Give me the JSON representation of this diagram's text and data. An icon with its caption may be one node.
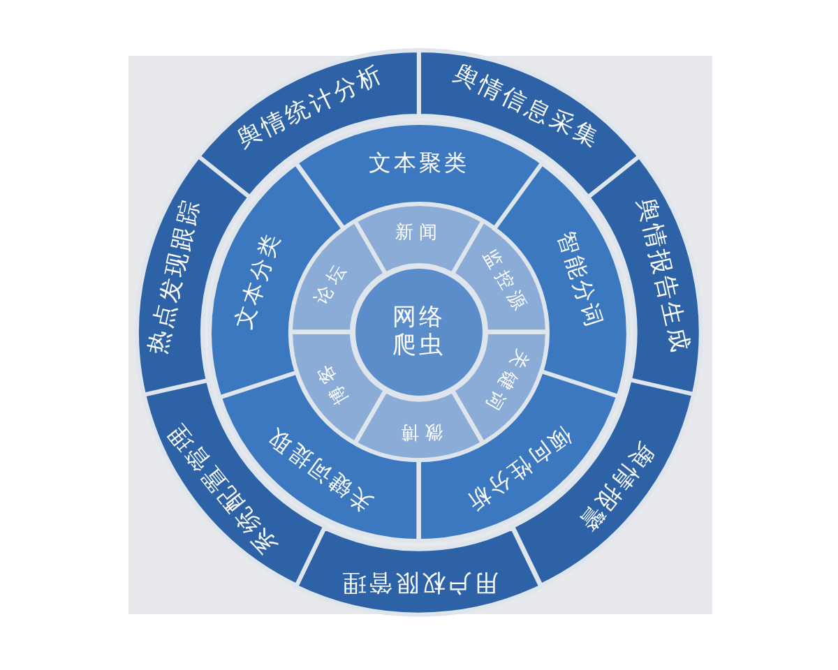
{
  "diagram": {
    "nodes": [
      {
        "text": [
          "网络爬虫"
        ]
      },
      {
        "text": [
          "新闻"
        ]
      },
      {
        "text": [
          "监控源"
        ]
      },
      {
        "text": [
          "关键词"
        ]
      },
      {
        "text": [
          "微博"
        ]
      },
      {
        "text": [
          "博客"
        ]
      },
      {
        "text": [
          "论坛"
        ]
      },
      {
        "text": [
          "文本聚类"
        ]
      },
      {
        "text": [
          "智能分词"
        ]
      },
      {
        "text": [
          "倾向性分析"
        ]
      },
      {
        "text": [
          "关键词提取"
        ]
      },
      {
        "text": [
          "文本分类"
        ]
      },
      {
        "text": [
          "舆情统计分析"
        ]
      },
      {
        "text": [
          "舆情信息采集"
        ]
      },
      {
        "text": [
          "舆情报告生成"
        ]
      },
      {
        "text": [
          "舆情报警"
        ]
      },
      {
        "text": [
          "用户权限管理"
        ]
      },
      {
        "text": [
          "系统配置管理"
        ]
      },
      {
        "text": [
          "热点发现跟踪"
        ]
      }
    ]
  }
}
